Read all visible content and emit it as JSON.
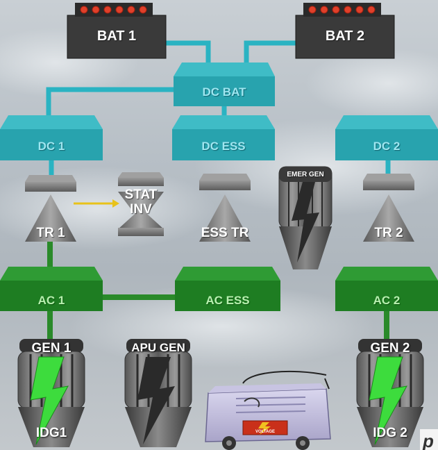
{
  "batteries": [
    {
      "id": "bat1",
      "label": "BAT 1"
    },
    {
      "id": "bat2",
      "label": "BAT 2"
    }
  ],
  "dc_buses": {
    "dc_bat": "DC BAT",
    "dc1": "DC 1",
    "dc_ess": "DC ESS",
    "dc2": "DC 2"
  },
  "converters": {
    "tr1": "TR 1",
    "stat_inv_line1": "STAT",
    "stat_inv_line2": "INV",
    "ess_tr": "ESS TR",
    "tr2": "TR 2"
  },
  "emergency_generator": "EMER GEN",
  "ac_buses": {
    "ac1": "AC 1",
    "ac_ess": "AC ESS",
    "ac2": "AC 2"
  },
  "generators": {
    "gen1": "GEN 1",
    "idg1": "IDG1",
    "apu_gen": "APU GEN",
    "gen2": "GEN 2",
    "idg2": "IDG 2"
  },
  "ground_power_unit": {
    "plate": "VOLTAGE"
  },
  "colors": {
    "battery_body": "#3a3a3a",
    "battery_cell": "#e0402a",
    "dc_bus": "#28a3ae",
    "dc_bus_top": "#3fbcc6",
    "dc_wire": "#2ab3c2",
    "ac_bus": "#1e7d22",
    "ac_bus_top": "#2f9b34",
    "ac_wire": "#2a8a2a",
    "converter": "#7a7a7a",
    "lightning_active": "#3ddc3d",
    "lightning_inactive": "#2a2a2a",
    "arrow": "#e8c21a"
  },
  "corner_fragment": "p"
}
